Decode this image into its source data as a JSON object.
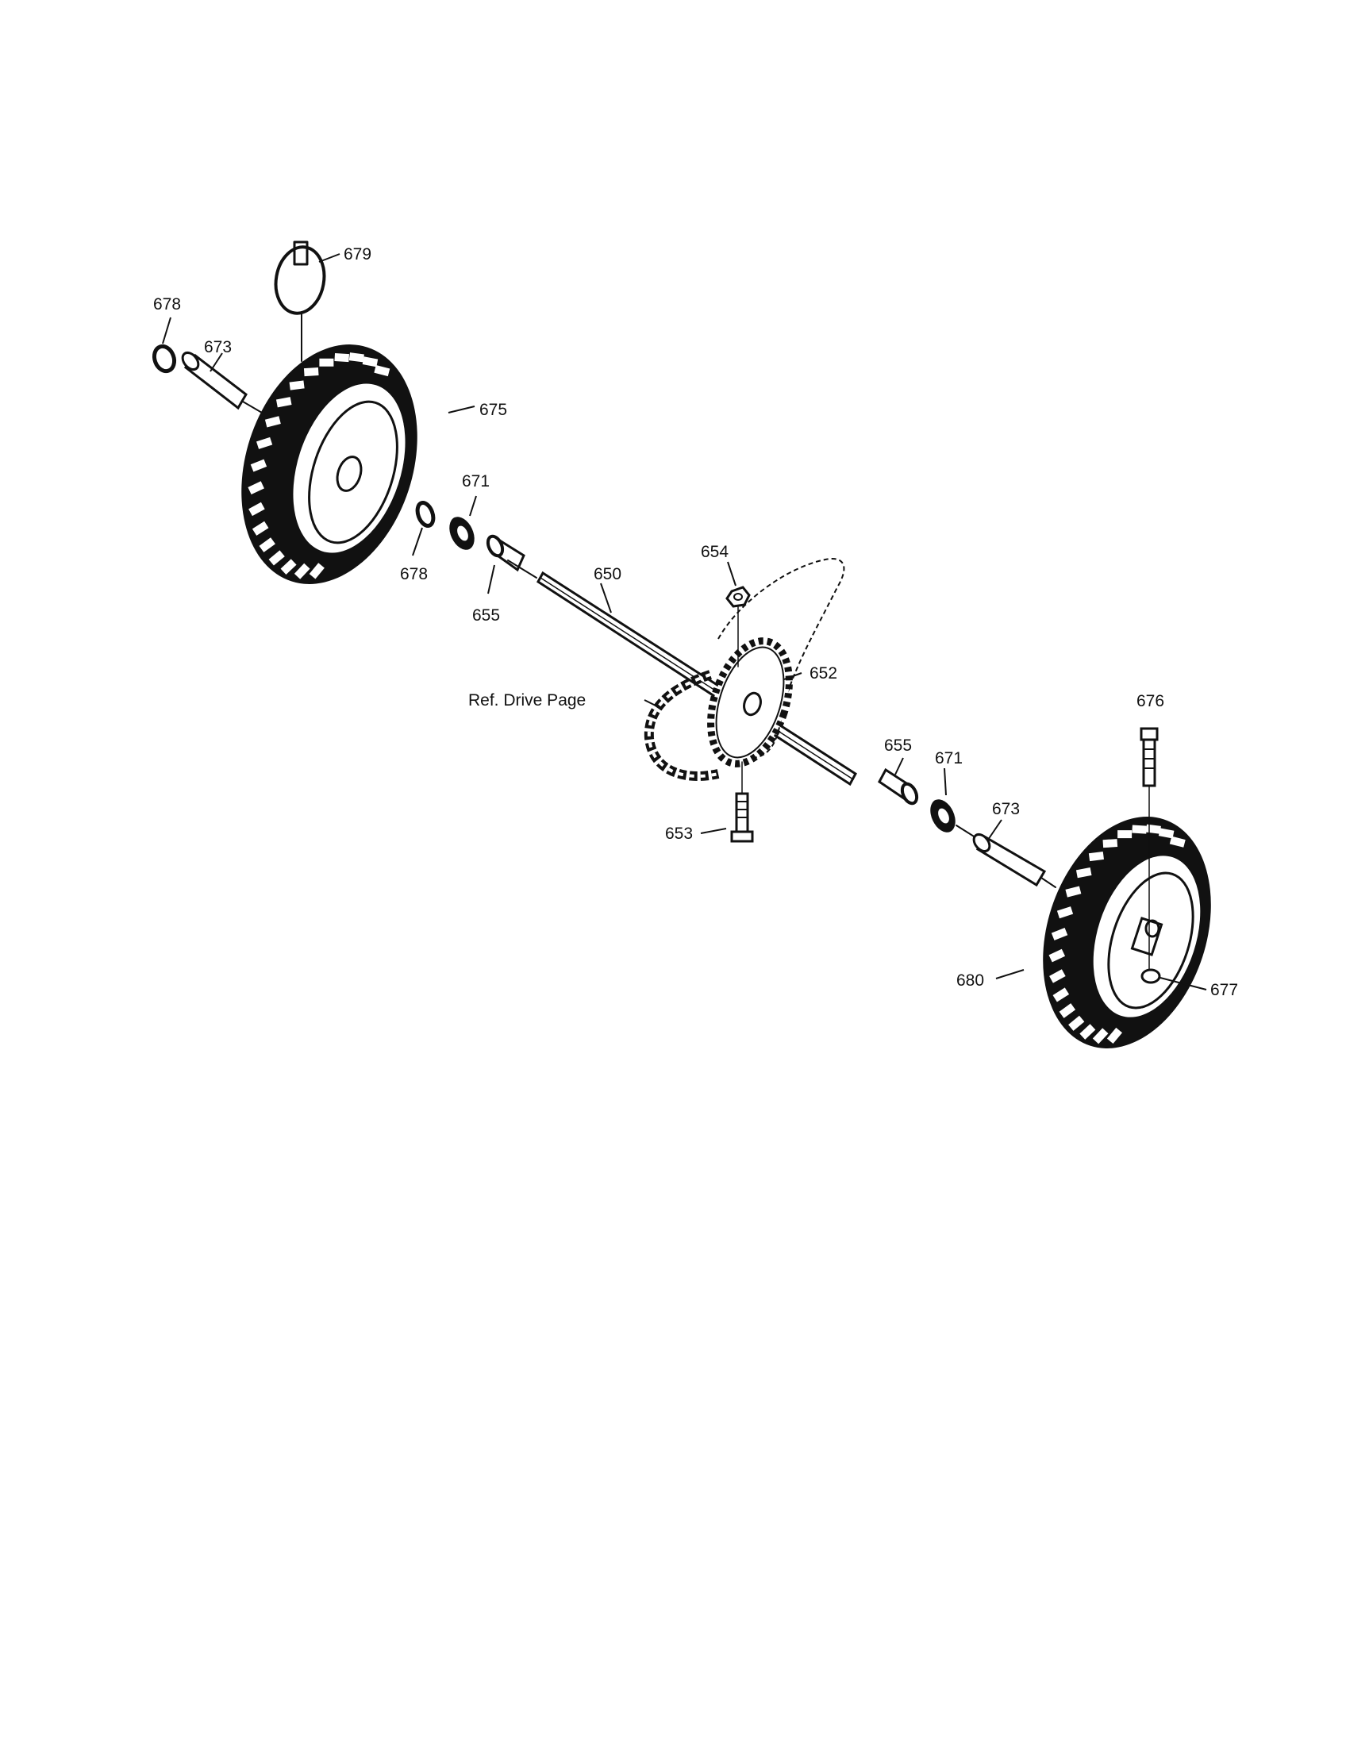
{
  "colors": {
    "ink": "#111111",
    "paper": "#ffffff"
  },
  "labels": {
    "p679": "679",
    "p678_top": "678",
    "p673_left": "673",
    "p675": "675",
    "p671_left": "671",
    "p678_mid": "678",
    "p655_left": "655",
    "p650": "650",
    "p654": "654",
    "p652": "652",
    "ref_drive_page": "Ref. Drive Page",
    "p676": "676",
    "p655_right": "655",
    "p671_right": "671",
    "p673_right": "673",
    "p653": "653",
    "p680": "680",
    "p677": "677"
  }
}
